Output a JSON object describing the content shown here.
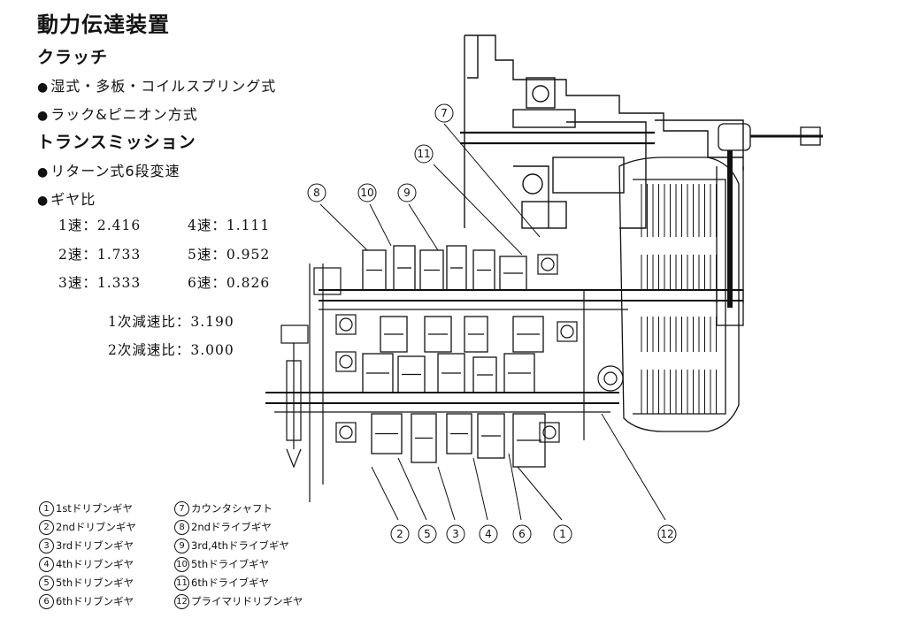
{
  "title": "動力伝達装置",
  "clutch": {
    "heading": "クラッチ",
    "items": [
      "湿式・多板・コイルスプリング式",
      "ラック&ピニオン方式"
    ]
  },
  "transmission": {
    "heading": "トランスミッション",
    "items": [
      "リターン式6段変速",
      "ギヤ比"
    ],
    "ratios": [
      {
        "label": "1速：2.416"
      },
      {
        "label": "4速：1.111"
      },
      {
        "label": "2速：1.733"
      },
      {
        "label": "5速：0.952"
      },
      {
        "label": "3速：1.333"
      },
      {
        "label": "6速：0.826"
      }
    ],
    "primary_reduction": "1次減速比：3.190",
    "secondary_reduction": "2次減速比：3.000"
  },
  "callouts": {
    "n1": "1",
    "n2": "2",
    "n3": "3",
    "n4": "4",
    "n5": "5",
    "n6": "6",
    "n7": "7",
    "n8": "8",
    "n9": "9",
    "n10": "10",
    "n11": "11",
    "n12": "12"
  },
  "legend": [
    {
      "num": "1",
      "text": "1stドリブンギヤ"
    },
    {
      "num": "2",
      "text": "2ndドリブンギヤ"
    },
    {
      "num": "3",
      "text": "3rdドリブンギヤ"
    },
    {
      "num": "4",
      "text": "4thドリブンギヤ"
    },
    {
      "num": "5",
      "text": "5thドリブンギヤ"
    },
    {
      "num": "6",
      "text": "6thドリブンギヤ"
    },
    {
      "num": "7",
      "text": "カウンタシャフト"
    },
    {
      "num": "8",
      "text": "2ndドライブギヤ"
    },
    {
      "num": "9",
      "text": "3rd,4thドライブギヤ"
    },
    {
      "num": "10",
      "text": "5thドライブギヤ"
    },
    {
      "num": "11",
      "text": "6thドライブギヤ"
    },
    {
      "num": "12",
      "text": "プライマリドリブンギヤ"
    }
  ]
}
